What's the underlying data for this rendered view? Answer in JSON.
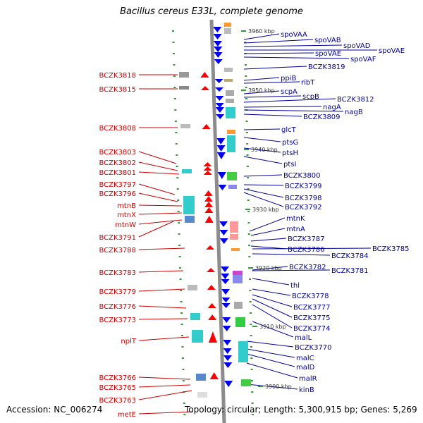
{
  "title": "Bacillus cereus E33L, complete genome",
  "footer": {
    "accession": "Accession: NC_006274",
    "topology": "Topology: circular; Length: 5,300,915 bp; Genes: 5,269"
  },
  "colors": {
    "backbone": "#8c8c8c",
    "left_label": "#cc0000",
    "right_label": "#000099",
    "left_arrow": "#ff0000",
    "right_arrow": "#0000ee",
    "tick": "#339933"
  },
  "scale_labels": [
    "3960 kbp",
    "3950 kbp",
    "3940 kbp",
    "3930 kbp",
    "3920 kbp",
    "3910 kbp",
    "3900 kbp"
  ],
  "left_genes": [
    "BCZK3818",
    "BCZK3815",
    "BCZK3808",
    "BCZK3803",
    "BCZK3802",
    "BCZK3801",
    "BCZK3797",
    "BCZK3796",
    "mtnB",
    "mtnX",
    "mtnW",
    "BCZK3791",
    "BCZK3788",
    "BCZK3783",
    "BCZK3779",
    "BCZK3776",
    "BCZK3773",
    "nplT",
    "BCZK3766",
    "BCZK3765",
    "BCZK3763",
    "metE"
  ],
  "right_genes": [
    "spoVAA",
    "spoVAB",
    "spoVAD",
    "spoVAE",
    "spoVAE",
    "spoVAF",
    "BCZK3819",
    "ppiB",
    "ribT",
    "scpA",
    "scpB",
    "BCZK3812",
    "nagA",
    "nagB",
    "BCZK3809",
    "glcT",
    "ptsG",
    "ptsH",
    "ptsI",
    "BCZK3800",
    "BCZK3799",
    "BCZK3798",
    "BCZK3792",
    "mtnK",
    "mtnA",
    "BCZK3787",
    "BCZK3786",
    "BCZK3785",
    "BCZK3784",
    "BCZK3782",
    "BCZK3781",
    "thl",
    "BCZK3778",
    "BCZK3777",
    "BCZK3775",
    "BCZK3774",
    "malL",
    "BCZK3770",
    "malC",
    "malD",
    "malR",
    "kinB"
  ]
}
